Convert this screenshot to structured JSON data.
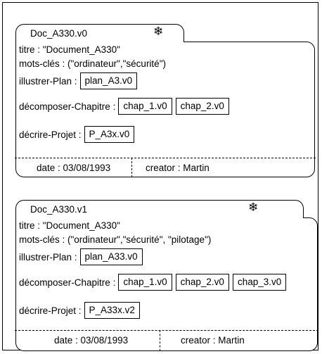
{
  "docs": [
    {
      "name": "Doc_A330.v0",
      "icon": "snowflake-icon",
      "titre": "titre : \"Document_A330\"",
      "mots_cles": "mots-clés : (\"ordinateur\",\"sécurité\")",
      "illustrer_label": "illustrer-Plan :",
      "plans": [
        "plan_A3.v0"
      ],
      "decomposer_label": "décomposer-Chapitre :",
      "chapitres": [
        "chap_1.v0",
        "chap_2.v0"
      ],
      "decrire_label": "décrire-Projet :",
      "projets": [
        "P_A3x.v0"
      ],
      "date": "date : 03/08/1993",
      "creator": "creator : Martin"
    },
    {
      "name": "Doc_A330.v1",
      "icon": "snowflake-icon",
      "titre": "titre : \"Document_A330\"",
      "mots_cles": "mots-clés : (\"ordinateur\",\"sécurité\", \"pilotage\")",
      "illustrer_label": "illustrer-Plan :",
      "plans": [
        "plan_A33.v0"
      ],
      "decomposer_label": "décomposer-Chapitre :",
      "chapitres": [
        "chap_1.v0",
        "chap_2.v0",
        "chap_3.v0"
      ],
      "decrire_label": "décrire-Projet :",
      "projets": [
        "P_A33x.v2"
      ],
      "date": "date : 03/08/1993",
      "creator": "creator : Martin"
    }
  ],
  "icon_glyph": "❄"
}
